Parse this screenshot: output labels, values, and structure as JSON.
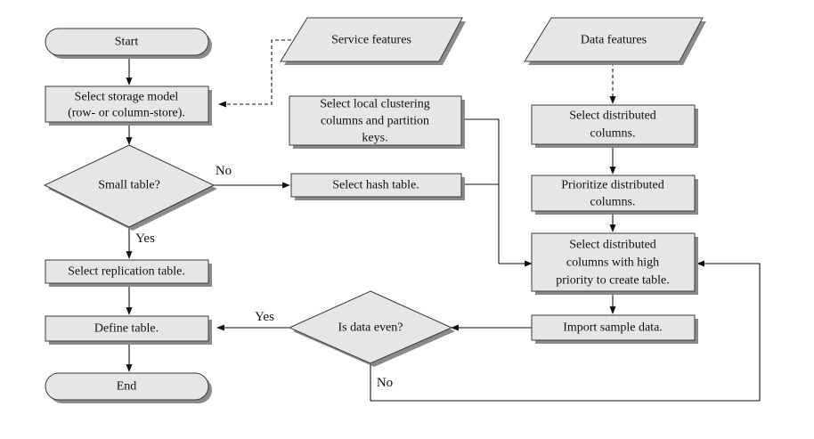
{
  "nodes": {
    "start": "Start",
    "service_features": "Service features",
    "data_features": "Data features",
    "select_storage_model": [
      "Select storage model",
      "(row- or column-store)."
    ],
    "select_local_clustering": [
      "Select local clustering",
      "columns and partition",
      "keys."
    ],
    "select_distributed_columns": [
      "Select distributed",
      "columns."
    ],
    "small_table": "Small table?",
    "select_hash_table": "Select hash table.",
    "prioritize_distributed_columns": [
      "Prioritize distributed",
      "columns."
    ],
    "select_distributed_high_priority": [
      "Select distributed",
      "columns with high",
      "priority to create table."
    ],
    "select_replication_table": "Select replication table.",
    "define_table": "Define table.",
    "is_data_even": "Is data even?",
    "import_sample_data": "Import sample data.",
    "end": "End"
  },
  "edge_labels": {
    "small_table_no": "No",
    "small_table_yes": "Yes",
    "data_even_yes": "Yes",
    "data_even_no": "No"
  }
}
